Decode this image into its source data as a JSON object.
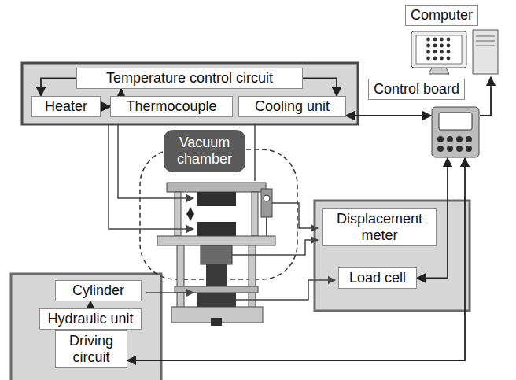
{
  "diagram": {
    "nodes": [
      {
        "text": [
          "Temperature control circuit"
        ]
      },
      {
        "text": [
          "Heater"
        ]
      },
      {
        "text": [
          "Thermocouple"
        ]
      },
      {
        "text": [
          "Cooling unit"
        ]
      },
      {
        "text": [
          "Computer"
        ]
      },
      {
        "text": [
          "Control board"
        ]
      },
      {
        "text": [
          "Vacuum chamber"
        ]
      },
      {
        "text": [
          "Displacement meter"
        ]
      },
      {
        "text": [
          "Load cell"
        ]
      },
      {
        "text": [
          "Cylinder"
        ]
      },
      {
        "text": [
          "Hydraulic unit"
        ]
      },
      {
        "text": [
          "Driving circuit"
        ]
      }
    ],
    "edges": [
      {
        "from": 0,
        "to": 1,
        "arrow": "to"
      },
      {
        "from": 0,
        "to": 3,
        "arrow": "to"
      },
      {
        "from": 1,
        "to": 2,
        "arrow": "to"
      },
      {
        "from": 2,
        "to": 0,
        "arrow": "to"
      },
      {
        "from": 3,
        "to": 5,
        "arrow": "both"
      },
      {
        "from": 5,
        "to": 4,
        "arrow": "to"
      },
      {
        "from": 8,
        "to": 5,
        "arrow": "both"
      },
      {
        "from": 5,
        "to": 11,
        "arrow": "both"
      },
      {
        "from": 11,
        "to": 10,
        "arrow": "to"
      },
      {
        "from": 10,
        "to": 9,
        "arrow": "to"
      }
    ]
  }
}
